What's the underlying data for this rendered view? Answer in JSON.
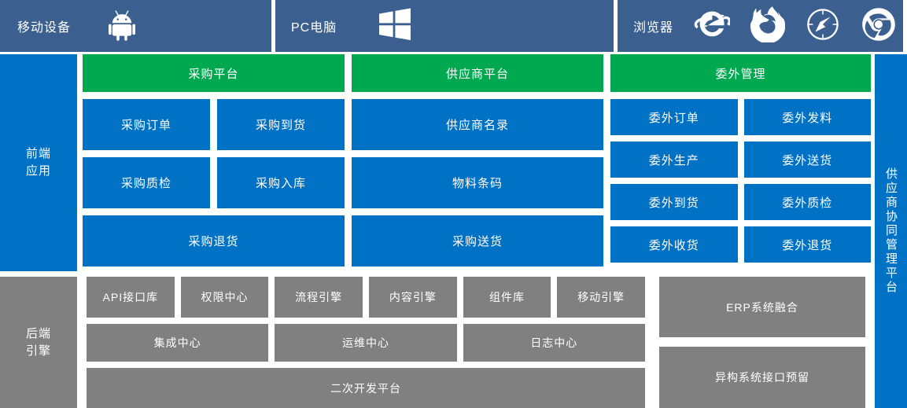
{
  "topbar": {
    "segments": [
      {
        "label": "移动设备",
        "icons": [
          "android-icon"
        ]
      },
      {
        "label": "PC电脑",
        "icons": [
          "windows-icon"
        ]
      },
      {
        "label": "浏览器",
        "icons": [
          "internet-explorer-icon",
          "firefox-icon",
          "safari-icon",
          "chrome-icon"
        ]
      }
    ]
  },
  "frontend": {
    "side_label": "前端\n应用",
    "side_label_line1": "前端",
    "side_label_line2": "应用",
    "columns": [
      {
        "header": "采购平台",
        "rows": [
          [
            "采购订单",
            "采购到货"
          ],
          [
            "采购质检",
            "采购入库"
          ],
          [
            "采购退货"
          ]
        ]
      },
      {
        "header": "供应商平台",
        "rows": [
          [
            "供应商名录"
          ],
          [
            "物料条码"
          ],
          [
            "采购送货"
          ]
        ]
      },
      {
        "header": "委外管理",
        "rows": [
          [
            "委外订单",
            "委外发料"
          ],
          [
            "委外生产",
            "委外送货"
          ],
          [
            "委外到货",
            "委外质检"
          ],
          [
            "委外收货",
            "委外退货"
          ]
        ]
      }
    ]
  },
  "backend": {
    "side_label_line1": "后端",
    "side_label_line2": "引擎",
    "main_rows": [
      [
        "API接口库",
        "权限中心",
        "流程引擎",
        "内容引擎",
        "组件库",
        "移动引擎"
      ],
      [
        "集成中心",
        "运维中心",
        "日志中心"
      ],
      [
        "二次开发平台"
      ]
    ],
    "right_items": [
      "ERP系统融合",
      "异构系统接口预留"
    ]
  },
  "right_rail": {
    "label": "供应商协同管理平台"
  },
  "colors": {
    "topbar_blue": "#3b6090",
    "accent_blue": "#0072c6",
    "accent_green": "#00a94f",
    "grey": "#808080",
    "background": "#ffffff",
    "text": "#ffffff"
  }
}
